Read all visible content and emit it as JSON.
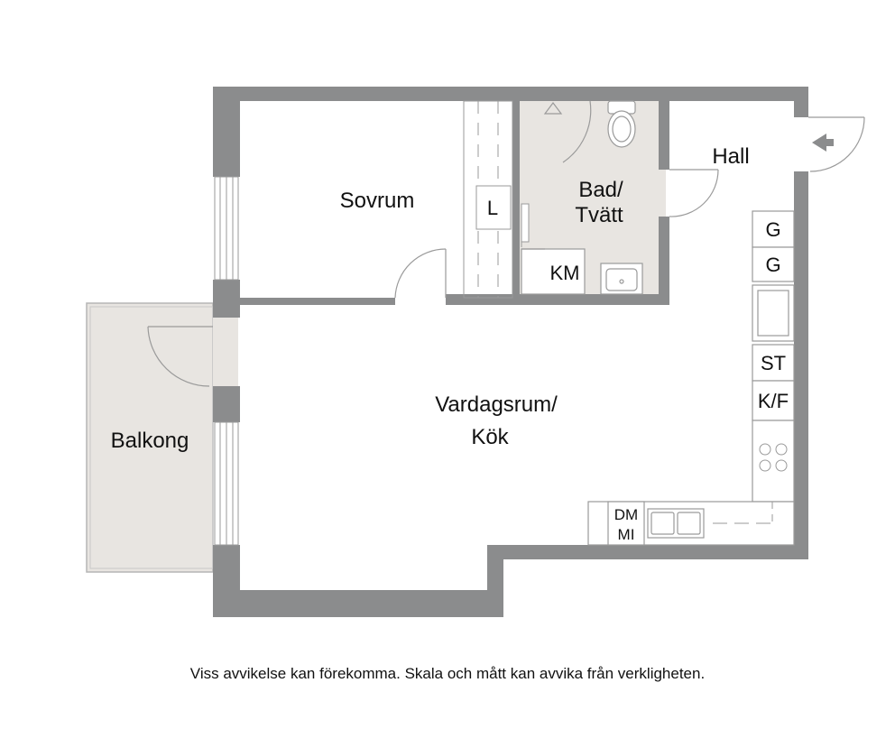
{
  "colors": {
    "wall": "#8b8c8d",
    "wet_floor": "#e8e5e1",
    "balcony_floor": "#e8e5e1",
    "line": "#9a9a9a",
    "text": "#111111"
  },
  "rooms": {
    "sovrum": "Sovrum",
    "bad_line1": "Bad/",
    "bad_line2": "Tvätt",
    "hall": "Hall",
    "vardagsrum_line1": "Vardagsrum/",
    "vardagsrum_line2": "Kök",
    "balkong": "Balkong"
  },
  "fixtures": {
    "closet": "L",
    "washer": "KM",
    "cabinet_1": "G",
    "cabinet_2": "G",
    "stove_cabinet": "ST",
    "fridge_freezer": "K/F",
    "dishwasher": "DM",
    "microwave": "MI"
  },
  "icons": {
    "entrance": "arrow-icon",
    "toilet": "toilet-icon",
    "washbasin": "washbasin-icon",
    "shower": "shower-icon",
    "hob": "hob-icon",
    "sink": "sink-icon"
  },
  "disclaimer": "Viss avvikelse kan förekomma. Skala och mått kan avvika från verkligheten."
}
